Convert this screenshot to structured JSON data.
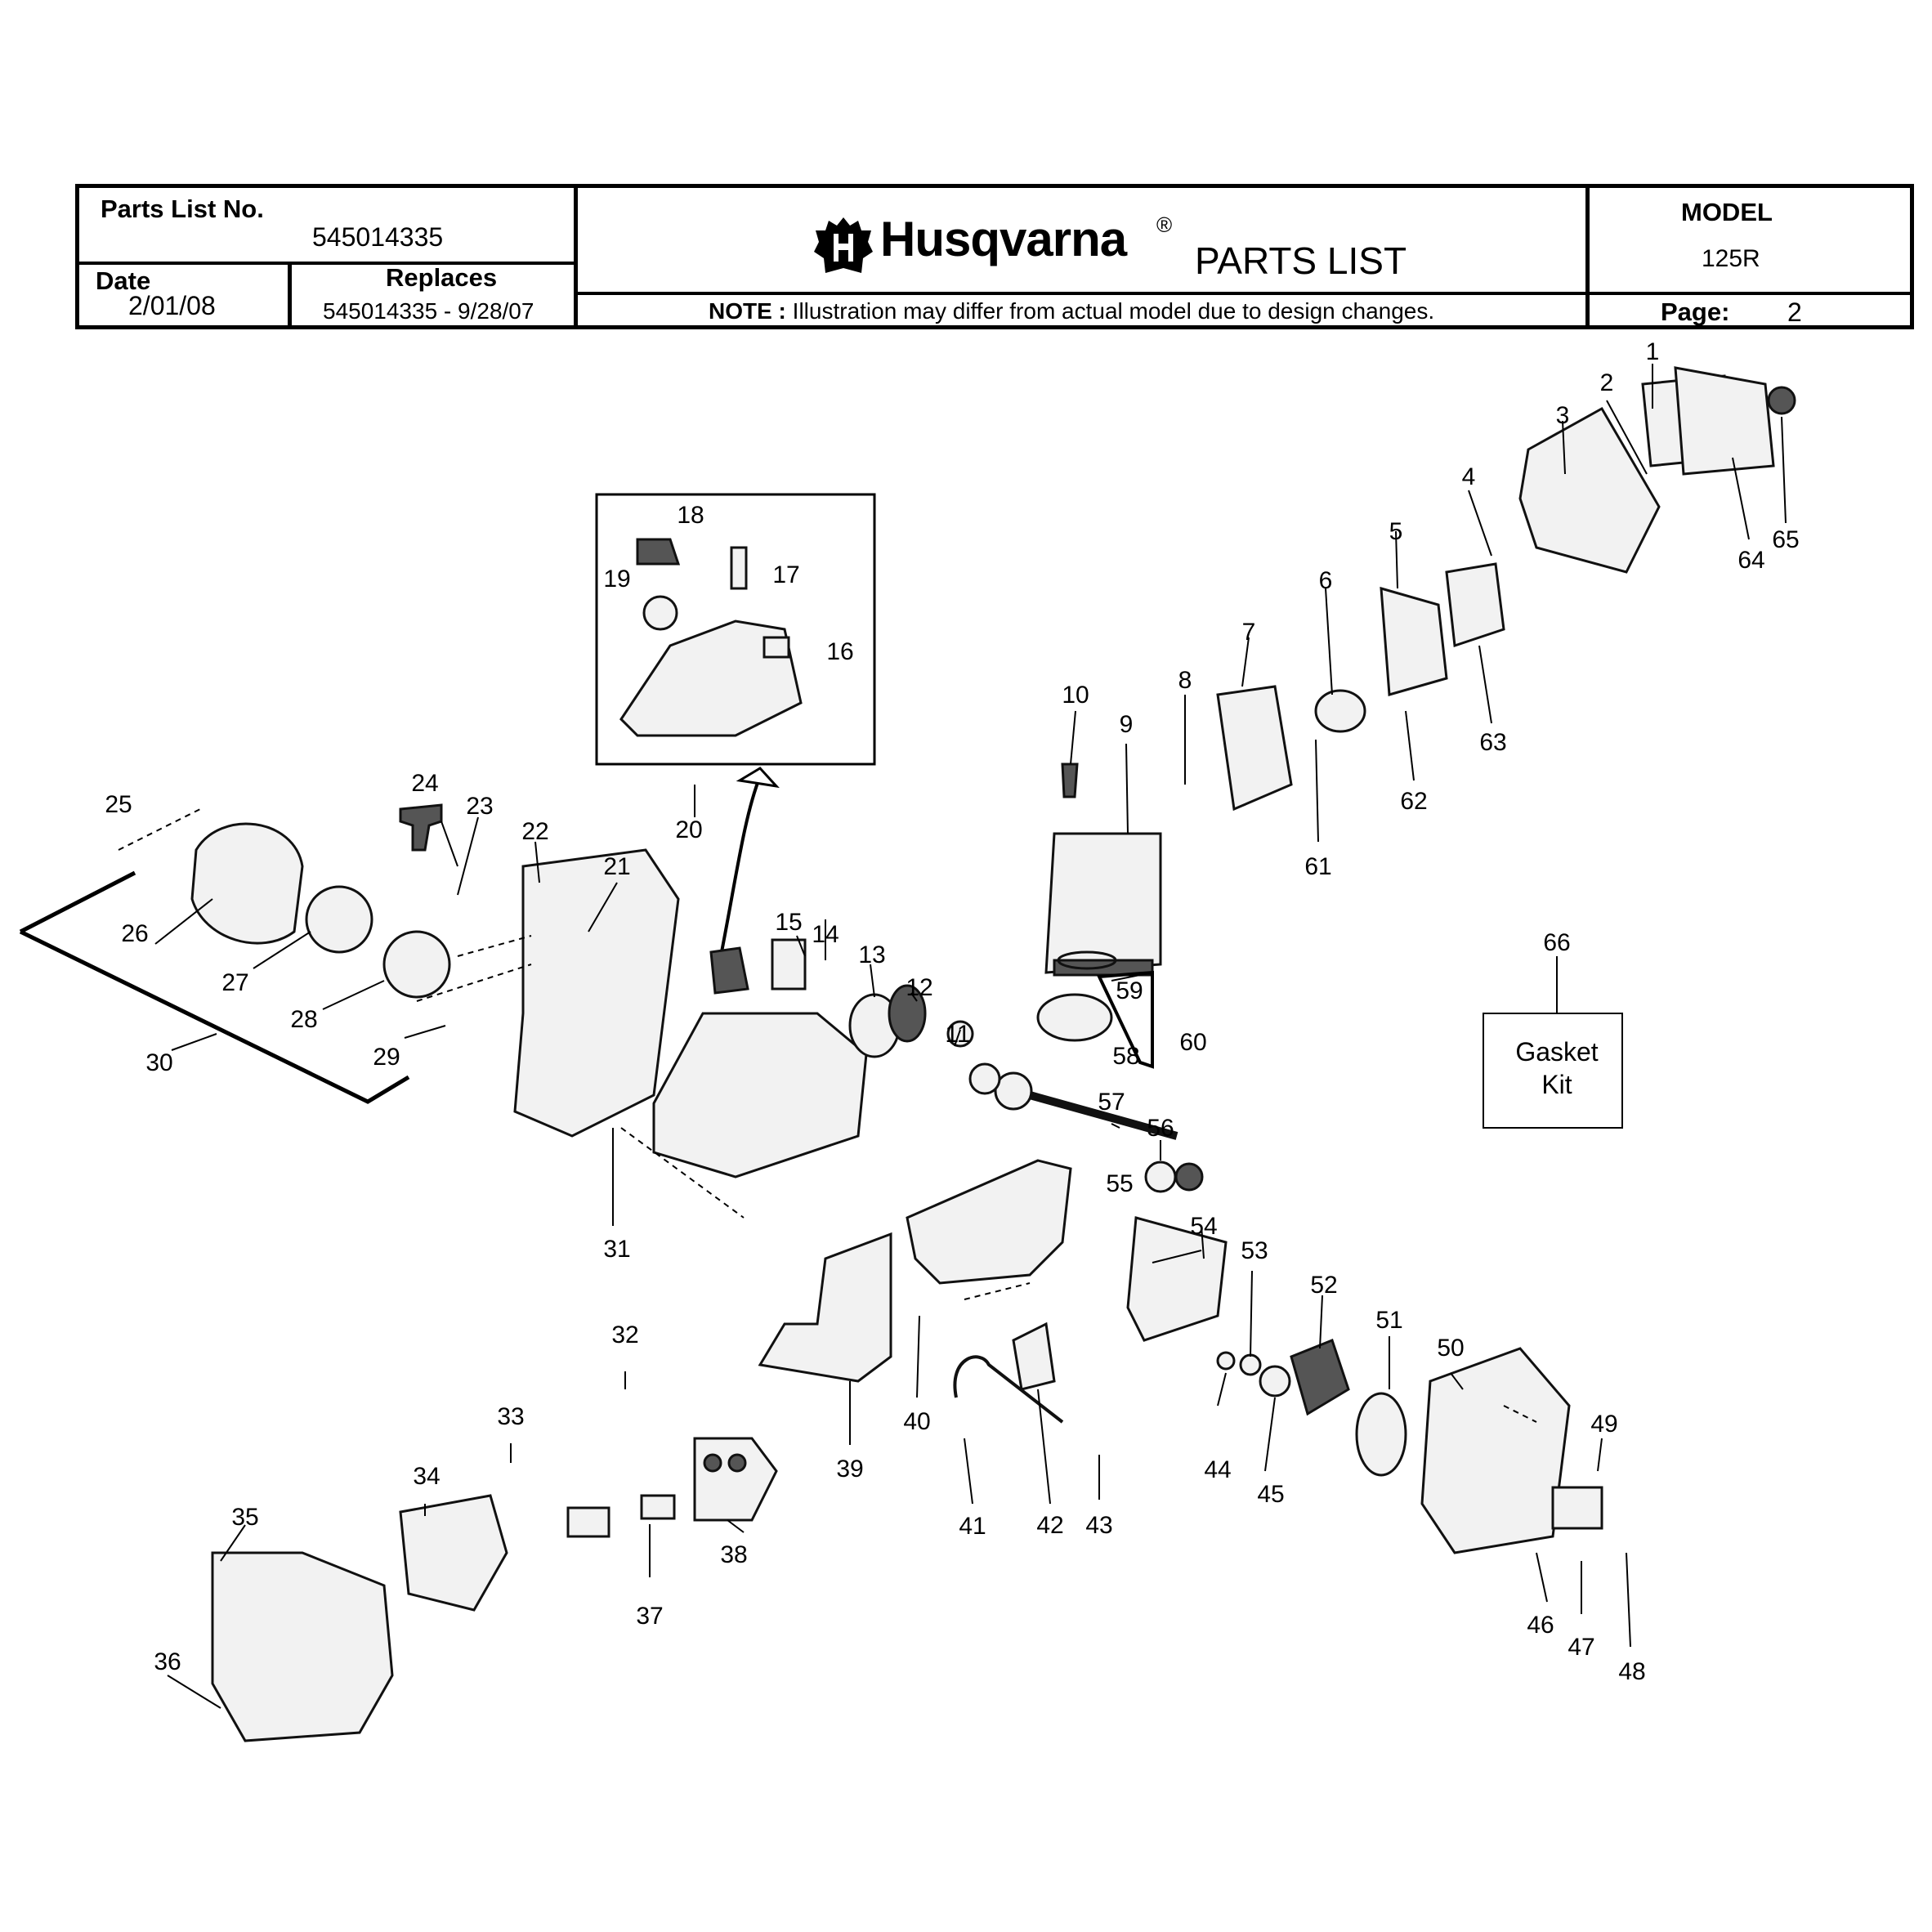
{
  "header": {
    "parts_list_no_label": "Parts List No.",
    "parts_list_no": "545014335",
    "date_label": "Date",
    "date": "2/01/08",
    "replaces_label": "Replaces",
    "replaces": "545014335 - 9/28/07",
    "brand": "Husqvarna",
    "registered_mark": "®",
    "doc_title": "PARTS LIST",
    "note": "NOTE : Illustration may differ from actual model due to design changes.",
    "model_label": "MODEL",
    "model": "125R",
    "page_label": "Page:",
    "page": "2"
  },
  "diagram": {
    "callouts": [
      "1",
      "2",
      "3",
      "4",
      "5",
      "6",
      "7",
      "8",
      "9",
      "10",
      "11",
      "12",
      "13",
      "14",
      "15",
      "16",
      "17",
      "18",
      "19",
      "20",
      "21",
      "22",
      "23",
      "24",
      "25",
      "26",
      "27",
      "28",
      "29",
      "30",
      "31",
      "32",
      "33",
      "34",
      "35",
      "36",
      "37",
      "38",
      "39",
      "40",
      "41",
      "42",
      "43",
      "44",
      "45",
      "46",
      "47",
      "48",
      "49",
      "50",
      "51",
      "52",
      "53",
      "54",
      "55",
      "56",
      "57",
      "58",
      "59",
      "60",
      "61",
      "62",
      "63",
      "64",
      "65",
      "66"
    ],
    "gasket_kit_line1": "Gasket",
    "gasket_kit_line2": "Kit"
  }
}
